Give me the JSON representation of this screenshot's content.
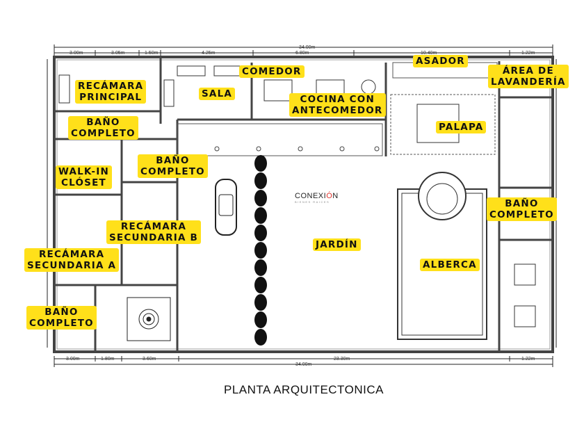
{
  "title": "PLANTA ARQUITECTONICA",
  "logo": {
    "name": "CONEXIÓN",
    "subtitle": "BIENES RAICES",
    "accent": "#e0322b"
  },
  "dimensions": {
    "top_total": "34.00m",
    "top_segments": [
      "3.00m",
      "3.05m",
      "1.50m",
      "4.25m",
      "6.80m",
      "10.40m",
      "1.22m"
    ],
    "bottom_total": "34.00m",
    "bottom_segments": [
      "3.00m",
      "1.80m",
      "3.60m",
      "23.30m",
      "1.22m"
    ]
  },
  "rooms": {
    "recamara_principal": "RECÁMARA\nPRINCIPAL",
    "sala": "SALA",
    "comedor": "COMEDOR",
    "cocina": "COCINA CON\nANTECOMEDOR",
    "asador": "ASADOR",
    "lavanderia": "ÁREA DE\nLAVANDERÍA",
    "palapa": "PALAPA",
    "bano1": "BAÑO\nCOMPLETO",
    "bano2": "BAÑO\nCOMPLETO",
    "walkin": "WALK-IN\nCLÓSET",
    "rec_b": "RECÁMARA\nSECUNDARIA B",
    "rec_a": "RECÁMARA\nSECUNDARIA A",
    "bano3": "BAÑO\nCOMPLETO",
    "jardin": "JARDÍN",
    "alberca": "ALBERCA",
    "bano4": "BAÑO\nCOMPLETO"
  },
  "colors": {
    "label_bg": "#ffe01a",
    "wall": "#555555"
  }
}
